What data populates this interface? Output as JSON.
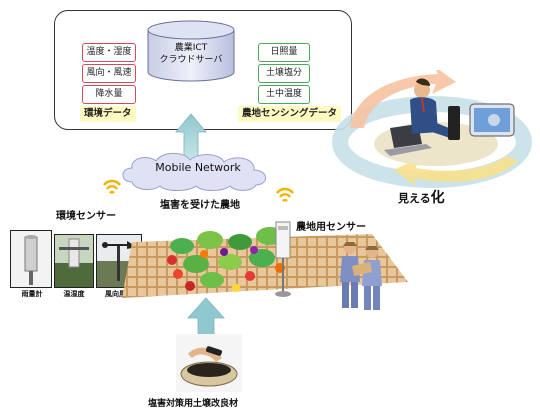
{
  "cloud_server": {
    "name_line1": "農業ICT",
    "name_line2": "クラウドサーバ",
    "env_items": [
      "温度・湿度",
      "風向・風速",
      "降水量"
    ],
    "env_label": "環境データ",
    "field_items": [
      "日照量",
      "土壌塩分",
      "土中温度"
    ],
    "field_label": "農地センシングデータ"
  },
  "network": {
    "label": "Mobile Network"
  },
  "visualize": {
    "label_main": "見える",
    "label_accent": "化"
  },
  "env_sensor": {
    "title": "環境センサー",
    "devices": [
      "雨量計",
      "温湿度",
      "風向風速"
    ]
  },
  "field": {
    "label": "塩害を受けた農地"
  },
  "field_sensor": {
    "title": "農地用センサー"
  },
  "soil_material": {
    "label": "塩害対策用土壌改良材"
  }
}
